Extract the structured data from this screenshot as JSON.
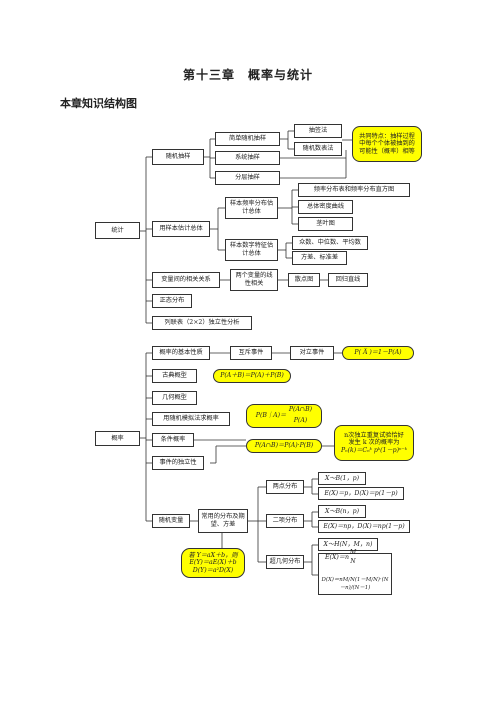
{
  "title": "第十三章　概率与统计",
  "subtitle": "本章知识结构图",
  "stat": {
    "root": "统计",
    "random_sampling": "随机抽样",
    "simple": "简单随机抽样",
    "lottery": "抽签法",
    "random_table": "随机数表法",
    "systematic": "系统抽样",
    "stratified": "分层抽样",
    "feature_note": "共同特点：抽样过程中每个个体被抽到的可能性（概率）相等",
    "estimate": "用样本估计总体",
    "freq_dist": "样本频率分布估计总体",
    "freq_table": "频率分布表和频率分布直方图",
    "density": "总体密度曲线",
    "stem_leaf": "茎叶图",
    "numeric_feature": "样本数字特征估计总体",
    "mmm": "众数、中位数、平均数",
    "variance": "方差、标准差",
    "correlation": "变量间的相关关系",
    "linear": "两个变量的线性相关",
    "scatter": "散点图",
    "regression": "回归直线",
    "normal": "正态分布",
    "table": "列联表（2×2）独立性分析"
  },
  "prob": {
    "root": "概率",
    "basic": "概率的基本性质",
    "mutual_ex": "互斥事件",
    "opposite": "对立事件",
    "opp_formula": "P( A̅ )＝1－P(A)",
    "classical": "古典概型",
    "add_formula": "P(A＋B)＝P(A)＋P(B)",
    "geometric": "几何概型",
    "simulate": "用随机模拟法求概率",
    "cond_formula_l": "P(B｜A)＝",
    "cond_num": "P(A∩B)",
    "cond_den": "P(A)",
    "conditional": "条件概率",
    "indep_formula": "P(A∩B)＝P(A)·P(B)",
    "bernoulli_1": "n次独立重复试验恰好",
    "bernoulli_2": "发生 k 次的概率为",
    "bernoulli_3": "Pₙ(k)＝Cₙᵏ pᵏ(1－p)ⁿ⁻ᵏ",
    "independent": "事件的独立性",
    "random_var": "随机变量",
    "common_dist": "常用的分布及期望、方差",
    "two_point": "两点分布",
    "tp_1": "X～B(1，p)",
    "tp_2": "E(X)＝p，D(X)＝p(1－p)",
    "binomial": "二项分布",
    "bi_1": "X～B(n，p)",
    "bi_2": "E(X)＝np，D(X)＝np(1－p)",
    "hyper": "超几何分布",
    "hy_1": "X～H(N，M，n)",
    "hy_2": "E(X)＝n",
    "hy_2_num": "M",
    "hy_2_den": "N",
    "hy_3": "D(X)＝nM/N(1－M/N)·(N－n)/(N－1)",
    "linear_note_1": "若 Y＝aX＋b，则",
    "linear_note_2": "E(Y)＝aE(X)＋b",
    "linear_note_3": "D(Y)＝a²D(X)"
  }
}
